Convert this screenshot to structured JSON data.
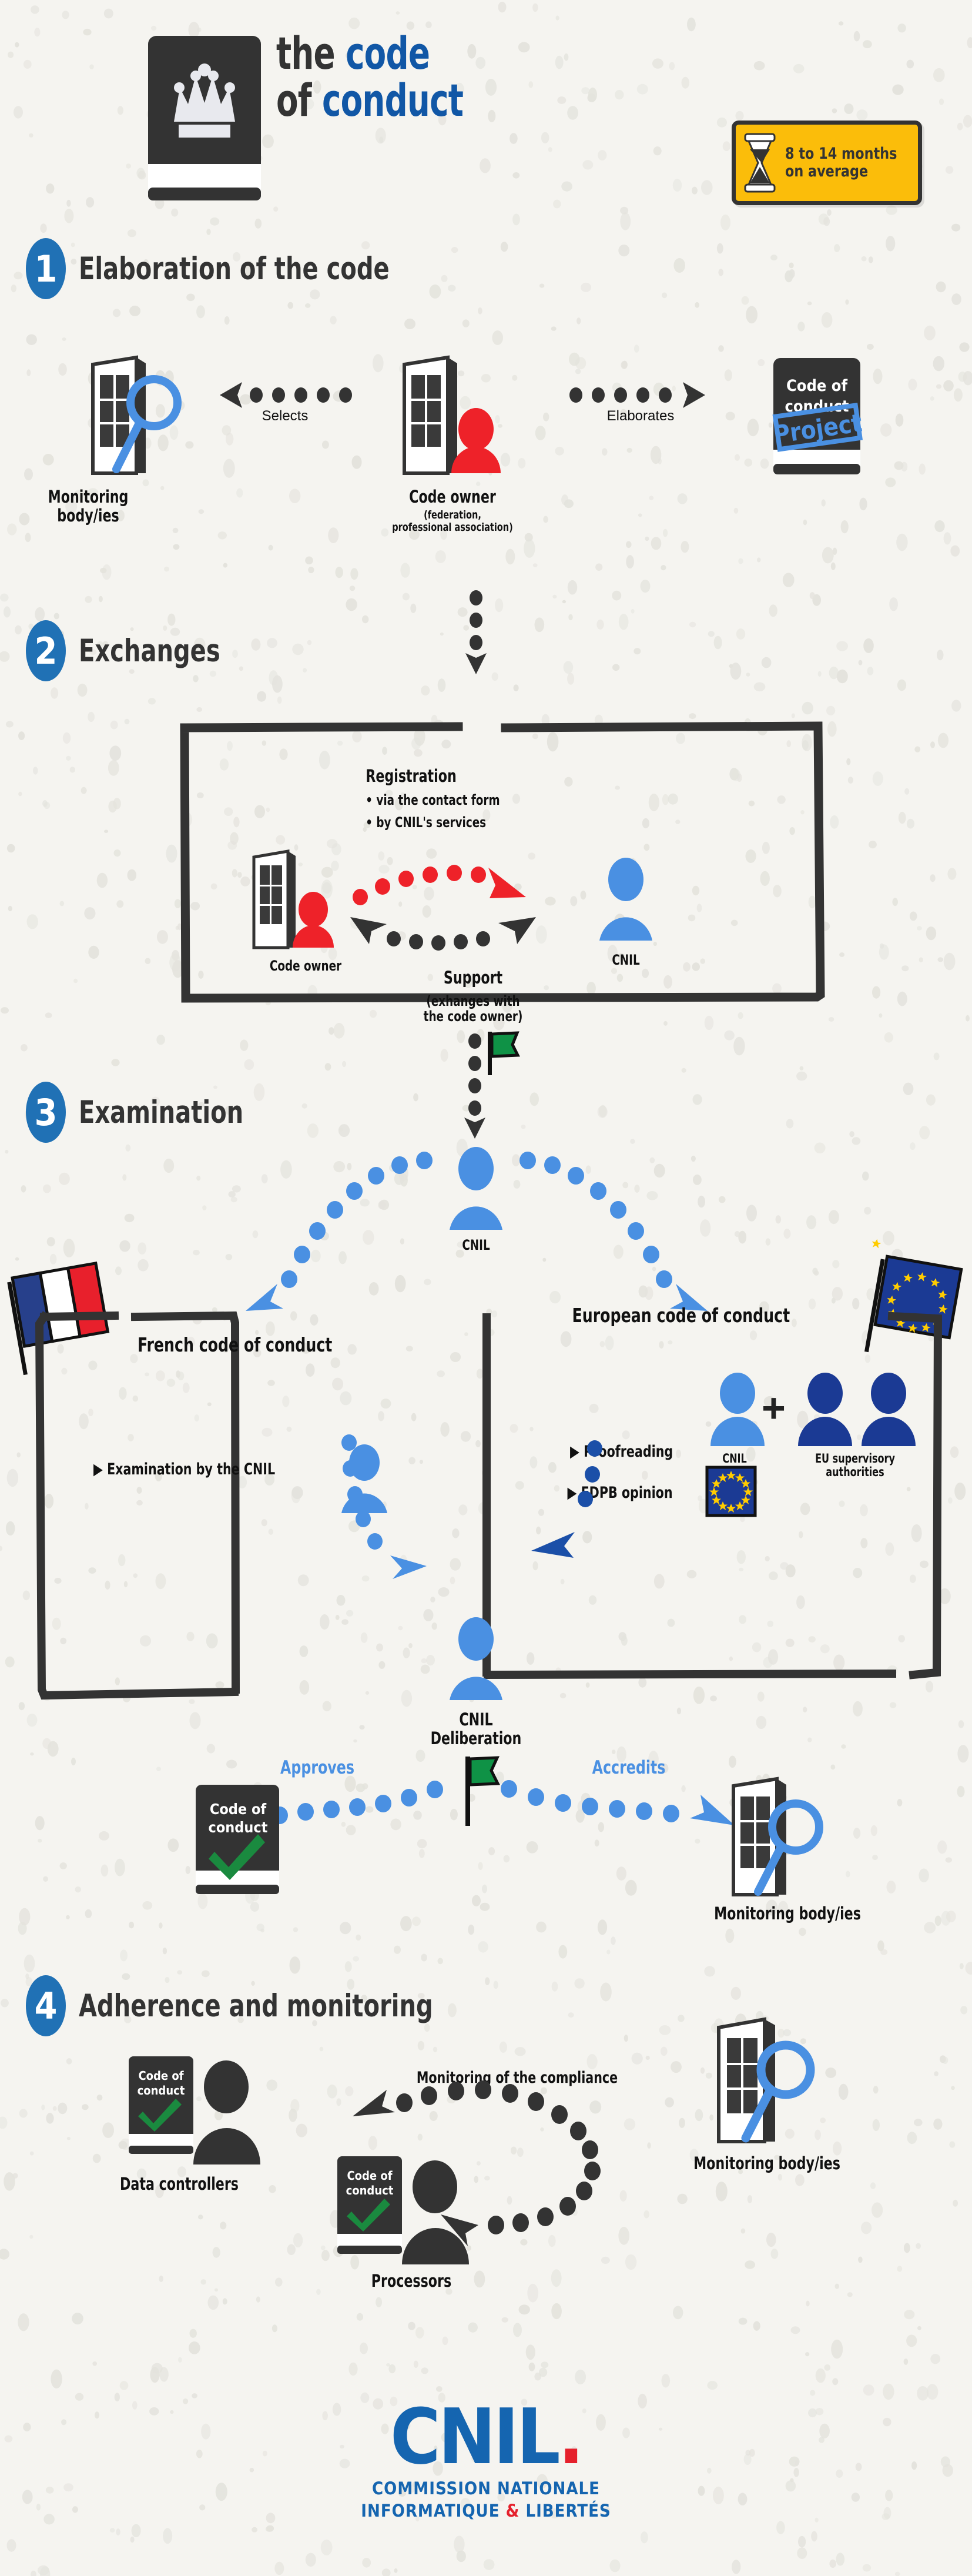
{
  "colors": {
    "background": "#f5f4f0",
    "dark": "#333333",
    "brand_blue": "#1157a6",
    "badge_blue": "#2071b5",
    "light_blue": "#4a90e2",
    "deep_blue": "#1b3a94",
    "red": "#ee2229",
    "green": "#0f9246",
    "yellow": "#fbbd0a"
  },
  "header": {
    "title_line1_a": "the",
    "title_line1_b": "code",
    "title_line2_a": "of",
    "title_line2_b": "conduct",
    "book_icon": "crown-book-icon",
    "badge": {
      "icon": "hourglass-icon",
      "line1": "8 to 14 months",
      "line2": "on average"
    }
  },
  "steps": [
    {
      "number": "1",
      "title": "Elaboration of the code",
      "nodes": {
        "monitoring_body": "Monitoring\nbody/ies",
        "monitoring_body_l1": "Monitoring",
        "monitoring_body_l2": "body/ies",
        "code_owner": "Code owner",
        "code_owner_sub_l1": "(federation,",
        "code_owner_sub_l2": "professional association)",
        "book_l1": "Code of",
        "book_l2": "conduct",
        "book_stamp": "Project"
      },
      "arrows": {
        "selects": "Selects",
        "elaborates": "Elaborates"
      }
    },
    {
      "number": "2",
      "title": "Exchanges",
      "registration": {
        "heading": "Registration",
        "bullets": [
          "via the contact form",
          "by CNIL's services"
        ]
      },
      "actors": {
        "code_owner": "Code owner",
        "cnil": "CNIL"
      },
      "support": {
        "heading": "Support",
        "sub_l1": "(exhanges with",
        "sub_l2": "the code owner)"
      }
    },
    {
      "number": "3",
      "title": "Examination",
      "cnil_label": "CNIL",
      "french": {
        "flag": "france-flag-icon",
        "title": "French code of conduct",
        "bullets": [
          "Examination by the CNIL"
        ]
      },
      "european": {
        "flag": "eu-flag-icon",
        "title": "European code of conduct",
        "bullets": [
          "Proofreading",
          "EDPB opinion"
        ],
        "actor_cnil": "CNIL",
        "actor_eu_l1": "EU supervisory",
        "actor_eu_l2": "authorities",
        "plus": "+"
      },
      "deliberation": {
        "l1": "CNIL",
        "l2": "Deliberation"
      },
      "outcomes": {
        "approves": "Approves",
        "accredits": "Accredits",
        "book_l1": "Code of",
        "book_l2": "conduct",
        "monitoring_body": "Monitoring body/ies"
      }
    },
    {
      "number": "4",
      "title": "Adherence and monitoring",
      "monitoring_label": "Monitoring of the compliance",
      "nodes": {
        "data_controllers": "Data controllers",
        "processors": "Processors",
        "monitoring_body": "Monitoring body/ies",
        "book_l1": "Code of",
        "book_l2": "conduct"
      }
    }
  ],
  "footer": {
    "logo": "CNIL.",
    "sub_l1": "COMMISSION NATIONALE",
    "sub_l2_a": "INFORMATIQUE",
    "sub_l2_amp": "&",
    "sub_l2_b": "LIBERTÉS"
  }
}
